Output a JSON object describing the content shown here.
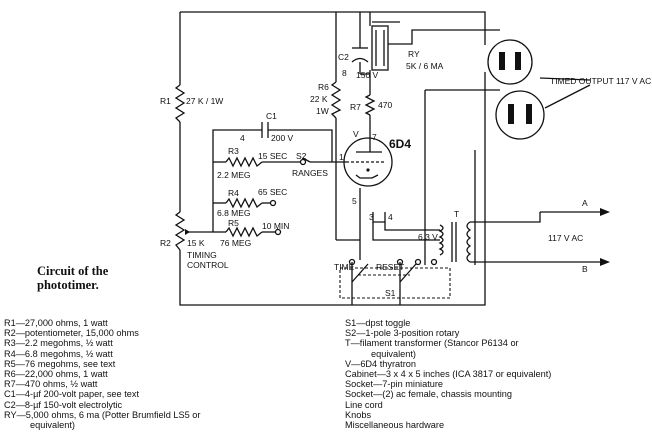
{
  "labels": {
    "r1": "R1",
    "r1_val": "27 K / 1W",
    "c1": "C1",
    "c1_cap": "4",
    "c1_volt": "200 V",
    "c2": "C2",
    "c2_cap": "8",
    "c2_volt": "150 V",
    "ry": "RY",
    "ry_val": "5K / 6 MA",
    "r6": "R6",
    "r6_val1": "22 K",
    "r6_val2": "1W",
    "r7": "R7",
    "r7_val": "470",
    "tube": "6D4",
    "v": "V",
    "pin7": "7",
    "pin1": "1",
    "pin5": "5",
    "pin3": "3",
    "pin4": "4",
    "r3": "R3",
    "r3_val": "2.2 MEG",
    "sec15": "15 SEC",
    "s2": "S2",
    "ranges": "RANGES",
    "r4": "R4",
    "r4_val": "6.8 MEG",
    "sec65": "65 SEC",
    "r5": "R5",
    "r5_val": "76 MEG",
    "min10": "10 MIN",
    "r2": "R2",
    "r2_val": "15 K",
    "timing": "TIMING",
    "control": "CONTROL",
    "timed_output": "TIMED OUTPUT 117 V AC",
    "t": "T",
    "v63": "6.3 V",
    "a": "A",
    "b": "B",
    "v117": "117 V AC",
    "time": "TIME",
    "reset": "RESET",
    "s1": "S1"
  },
  "caption": "Circuit of the phototimer.",
  "parts_left": [
    "R1—27,000 ohms, 1 watt",
    "R2—potentiometer, 15,000 ohms",
    "R3—2.2 megohms, ½ watt",
    "R4—6.8 megohms, ½ watt",
    "R5—76 megohms, see text",
    "R6—22,000 ohms, 1 watt",
    "R7—470 ohms, ½ watt",
    "C1—4-µf 200-volt paper, see text",
    "C2—8-µf 150-volt electrolytic",
    "RY—5,000 ohms, 6 ma (Potter Brumfield LS5 or",
    "equivalent)"
  ],
  "parts_right": [
    "S1—dpst toggle",
    "S2—1-pole 3-position rotary",
    "T—filament transformer (Stancor P6134 or",
    "equivalent)",
    "V—6D4 thyratron",
    "Cabinet—3 x 4 x 5 inches (ICA 3817 or equivalent)",
    "Socket—7-pin miniature",
    "Socket—(2) ac female, chassis mounting",
    "Line cord",
    "Knobs",
    "Miscellaneous hardware"
  ]
}
